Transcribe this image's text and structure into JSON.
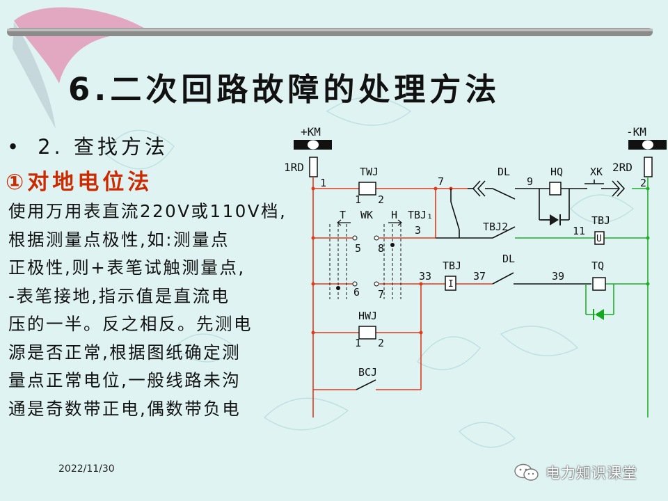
{
  "slide": {
    "title": "6.二次回路故障的处理方法",
    "bullet_marker": "•",
    "section": "2. 查找方法",
    "method_title": "①对地电位法",
    "body_lines": [
      "使用万用表直流220V或110V档,",
      "根据测量点极性,如:测量点",
      "正极性,则+表笔试触测量点,",
      "-表笔接地,指示值是直流电",
      "压的一半。反之相反。先测电",
      "源是否正常,根据图纸确定测",
      "量点正常电位,一般线路未沟",
      "通是奇数带正电,偶数带负电"
    ],
    "date": "2022/11/30",
    "brand": "电力知识课堂"
  },
  "diagram": {
    "bus_labels": {
      "pos": "+KM",
      "neg": "-KM"
    },
    "fuse_labels": {
      "left": "1RD",
      "right": "2RD"
    },
    "component_labels": {
      "twj": "TWJ",
      "dl_top": "DL",
      "hq": "HQ",
      "xk": "XK",
      "tbj_tbj1": "TBJ₁",
      "tbj2": "TBJ2",
      "tbj_u": "TBJ",
      "u": "U",
      "tbj_i": "TBJ",
      "i": "I",
      "dl_mid": "DL",
      "tq": "TQ",
      "hwj": "HWJ",
      "bcj": "BCJ",
      "t": "T",
      "wk": "WK",
      "h": "H"
    },
    "node_numbers": {
      "n1": "1",
      "n2": "2",
      "n7": "7",
      "n9": "9",
      "n3": "3",
      "n5": "5",
      "n8": "8",
      "n11": "11",
      "n6": "6",
      "n7b": "7",
      "n33": "33",
      "n37": "37",
      "n39": "39",
      "twj1": "1",
      "twj2": "2",
      "hwj1": "1",
      "hwj2": "2"
    },
    "colors": {
      "red_wire": "#e03a1a",
      "green_wire": "#1fae2a",
      "diode": "#1a1a1a",
      "diode_green": "#17a622"
    }
  }
}
